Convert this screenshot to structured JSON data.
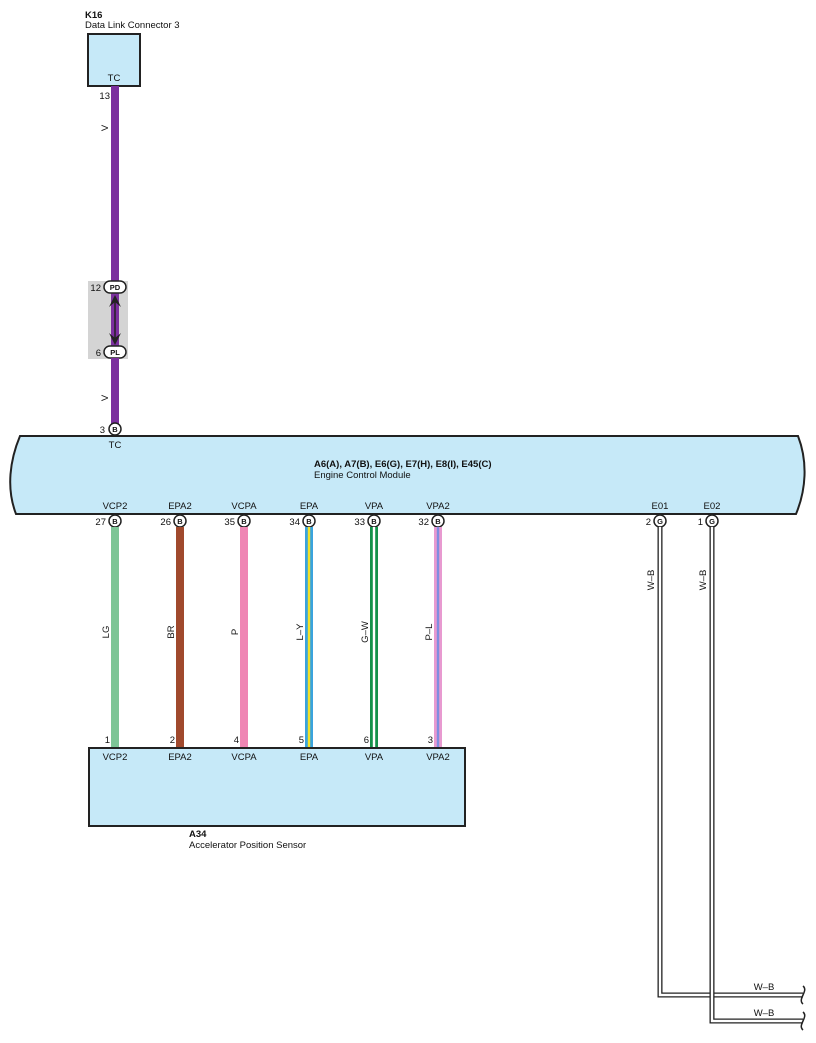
{
  "k16": {
    "code": "K16",
    "name": "Data Link Connector 3",
    "terminal": "TC",
    "pin": "13"
  },
  "junction": {
    "top": {
      "pin": "12",
      "code": "PD"
    },
    "bottom": {
      "pin": "6",
      "code": "PL"
    }
  },
  "wire_k16_top": {
    "color_code": "V",
    "color": "#7b2f9e"
  },
  "wire_k16_bottom": {
    "color_code": "V",
    "color": "#7b2f9e"
  },
  "ecm": {
    "codes": "A6(A), A7(B), E6(G), E7(H), E8(I), E45(C)",
    "name": "Engine Control Module",
    "top_terminal": {
      "pin": "3",
      "connector": "B",
      "name": "TC"
    },
    "bottom_terminals": [
      {
        "name": "VCP2",
        "pin": "27",
        "connector": "B"
      },
      {
        "name": "EPA2",
        "pin": "26",
        "connector": "B"
      },
      {
        "name": "VCPA",
        "pin": "35",
        "connector": "B"
      },
      {
        "name": "EPA",
        "pin": "34",
        "connector": "B"
      },
      {
        "name": "VPA",
        "pin": "33",
        "connector": "B"
      },
      {
        "name": "VPA2",
        "pin": "32",
        "connector": "B"
      },
      {
        "name": "E01",
        "pin": "2",
        "connector": "G"
      },
      {
        "name": "E02",
        "pin": "1",
        "connector": "G"
      }
    ]
  },
  "sensor_wires": [
    {
      "color_code": "LG",
      "base": "#7dc596",
      "stripe": ""
    },
    {
      "color_code": "BR",
      "base": "#a0492d",
      "stripe": ""
    },
    {
      "color_code": "P",
      "base": "#ef86b4",
      "stripe": ""
    },
    {
      "color_code": "L–Y",
      "base": "#3aa3dd",
      "stripe": "#f2e22a"
    },
    {
      "color_code": "G–W",
      "base": "#14924a",
      "stripe": "#ffffff"
    },
    {
      "color_code": "P–L",
      "base": "#e89ad0",
      "stripe": "#7f8ee0"
    }
  ],
  "ground_wires": [
    {
      "color_code": "W–B",
      "end_label": "W–B"
    },
    {
      "color_code": "W–B",
      "end_label": "W–B"
    }
  ],
  "a34": {
    "code": "A34",
    "name": "Accelerator Position Sensor",
    "terminals": [
      {
        "name": "VCP2",
        "pin": "1"
      },
      {
        "name": "EPA2",
        "pin": "2"
      },
      {
        "name": "VCPA",
        "pin": "4"
      },
      {
        "name": "EPA",
        "pin": "5"
      },
      {
        "name": "VPA",
        "pin": "6"
      },
      {
        "name": "VPA2",
        "pin": "3"
      }
    ]
  },
  "colors": {
    "box_fill": "#c6e9f8",
    "junction_fill": "#d4d4d4",
    "outline": "#222222"
  }
}
